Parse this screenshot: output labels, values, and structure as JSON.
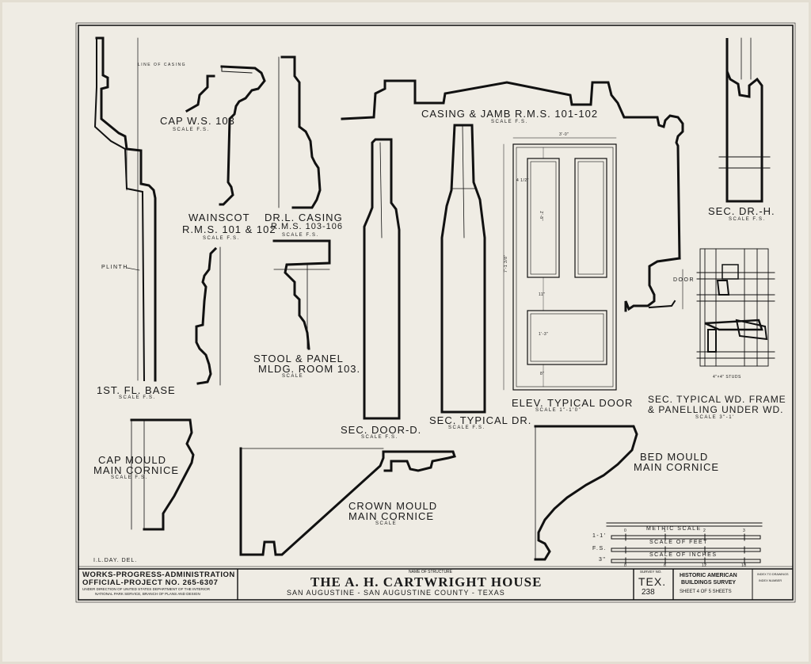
{
  "details": {
    "cap_ws": {
      "title": "CAP W.S. 103",
      "scale": "SCALE F.S."
    },
    "line_of_casing": "LINE OF CASING",
    "wainscot": {
      "title1": "WAINSCOT",
      "title2": "R.M.S. 101 & 102",
      "scale": "SCALE F.S."
    },
    "drl_casing": {
      "title1": "DR.L. CASING",
      "title2": "R.M.S. 103-106",
      "scale": "SCALE F.S."
    },
    "casing_jamb": {
      "title": "CASING & JAMB R.M.S. 101-102",
      "scale": "SCALE F.S."
    },
    "sec_dr_h": {
      "title": "SEC. DR.-H.",
      "scale": "SCALE F.S."
    },
    "plinth": "PLINTH",
    "stool_panel": {
      "title1": "STOOL & PANEL",
      "title2": "MLDG. ROOM 103.",
      "scale": "SCALE"
    },
    "first_fl_base": {
      "title": "1ST. FL. BASE",
      "scale": "SCALE F.S."
    },
    "sec_door_d": {
      "title": "SEC. DOOR-D.",
      "scale": "SCALE F.S."
    },
    "sec_typical_dr": {
      "title": "SEC. TYPICAL DR.",
      "scale": "SCALE F.S."
    },
    "elev_typical_door": {
      "title": "ELEV. TYPICAL DOOR",
      "scale": "SCALE 1\"-1'0\""
    },
    "sec_typical_wd_frame": {
      "title1": "SEC. TYPICAL WD. FRAME",
      "title2": "& PANELLING UNDER WD.",
      "scale": "SCALE 3\"-1'"
    },
    "door_label": "DOOR",
    "studs": "4\"×4\" STUDS",
    "cap_mould": {
      "title1": "CAP MOULD",
      "title2": "MAIN CORNICE",
      "scale": "SCALE F.S."
    },
    "crown_mould": {
      "title1": "CROWN MOULD",
      "title2": "MAIN CORNICE",
      "scale": "SCALE"
    },
    "bed_mould": {
      "title1": "BED MOULD",
      "title2": "MAIN CORNICE"
    },
    "door_dims": {
      "width": "3'-0\"",
      "height": "7'-1 3/8\"",
      "stile": "4 1/2\"",
      "panel_top": "2'-8\"",
      "rail": "11\"",
      "panel_bot": "1'-3\"",
      "bottom": "8\""
    },
    "delineator": "I.L.DAY. DEL."
  },
  "scales": {
    "metric": "METRIC SCALE",
    "feet": "SCALE OF FEET",
    "inches": "SCALE OF INCHES",
    "feet_marker": "1-1'",
    "fs_marker": "F.S.",
    "three_marker": "3\"",
    "ticks_feet": [
      "0",
      "1",
      "2",
      "3"
    ],
    "ticks_inches": [
      "0",
      "6",
      "12",
      "18"
    ]
  },
  "title_block": {
    "wpa_line1": "WORKS-PROGRESS-ADMINISTRATION",
    "wpa_line2": "OFFICIAL-PROJECT NO. 265-6307",
    "wpa_line3": "UNDER DIRECTION OF UNITED STATES DEPARTMENT OF THE INTERIOR",
    "wpa_line4": "NATIONAL PARK SERVICE, BRANCH OF PLANS AND DESIGN",
    "name_caption": "NAME OF STRUCTURE",
    "structure_name": "THE A. H. CARTWRIGHT HOUSE",
    "location": "SAN AUGUSTINE - SAN AUGUSTINE COUNTY - TEXAS",
    "survey_caption": "SURVEY NO.",
    "survey_state": "TEX.",
    "survey_number": "238",
    "habs_line1": "HISTORIC AMERICAN",
    "habs_line2": "BUILDINGS SURVEY",
    "sheet_text": "SHEET 4 OF 5 SHEETS",
    "index_line1": "INDEX TO DRAWINGS",
    "index_line2": "INDEX NUMBER"
  }
}
